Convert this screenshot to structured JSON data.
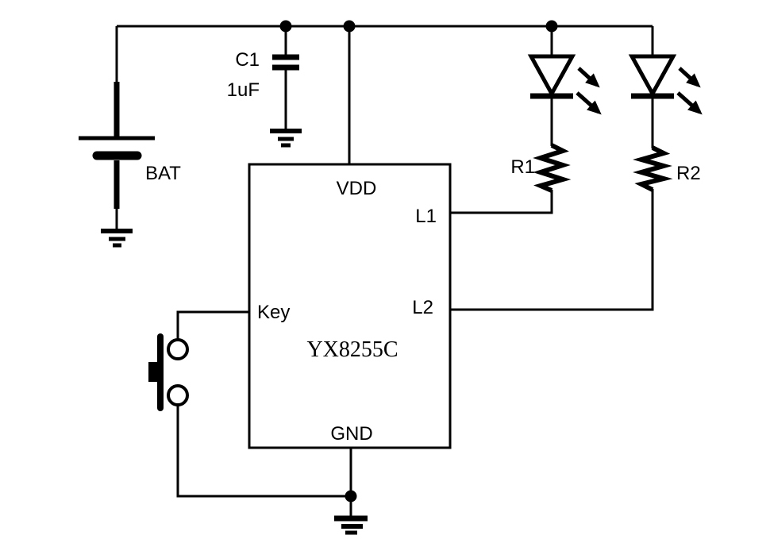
{
  "diagram": {
    "type": "circuit-schematic",
    "background_color": "#ffffff",
    "line_color": "#000000",
    "ic": {
      "part_number": "YX8255C",
      "pin_vdd": "VDD",
      "pin_l1": "L1",
      "pin_l2": "L2",
      "pin_key": "Key",
      "pin_gnd": "GND"
    },
    "components": {
      "battery_label": "BAT",
      "capacitor_ref": "C1",
      "capacitor_value": "1uF",
      "resistor1_ref": "R1",
      "resistor2_ref": "R2"
    }
  }
}
